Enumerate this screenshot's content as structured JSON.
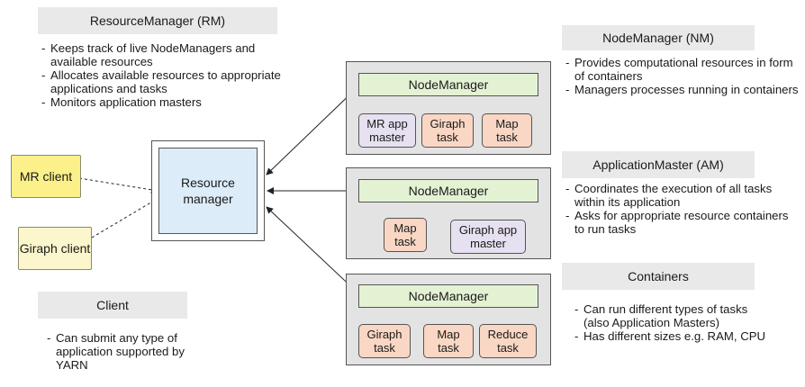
{
  "resource_manager": {
    "title": "ResourceManager (RM)",
    "bullets": [
      "Keeps track of live NodeManagers and available resources",
      "Allocates available resources to appropriate applications and tasks",
      "Monitors application masters"
    ],
    "box_label": "Resource manager"
  },
  "node_manager": {
    "title": "NodeManager (NM)",
    "bullets": [
      "Provides computational resources in form of containers",
      "Managers processes running in containers"
    ]
  },
  "application_master": {
    "title": "ApplicationMaster (AM)",
    "bullets": [
      "Coordinates the execution of all tasks within its application",
      "Asks for appropriate resource containers to run tasks"
    ]
  },
  "containers": {
    "title": "Containers",
    "bullets": [
      "Can run different types of tasks (also Application Masters)",
      "Has different sizes e.g. RAM, CPU"
    ]
  },
  "client": {
    "title": "Client",
    "bullets": [
      "Can submit any type of application supported by YARN"
    ]
  },
  "clients": [
    {
      "label": "MR client",
      "color": "#fbf08a"
    },
    {
      "label": "Giraph client",
      "color": "#fbf6cc"
    }
  ],
  "nodes": [
    {
      "label": "NodeManager",
      "tasks": [
        "MR app master",
        "Giraph task",
        "Map task"
      ]
    },
    {
      "label": "NodeManager",
      "tasks": [
        "Map task",
        "Giraph app master"
      ]
    },
    {
      "label": "NodeManager",
      "tasks": [
        "Giraph task",
        "Map task",
        "Reduce task"
      ]
    }
  ],
  "colors": {
    "title_bg": "#e9e9e9",
    "rm_fill": "#dcecf8",
    "nm_fill": "#e4f2d4",
    "panel_fill": "#e3e3e3",
    "task_fill": "#f9d7c4",
    "master_fill": "#e6e0f0"
  }
}
